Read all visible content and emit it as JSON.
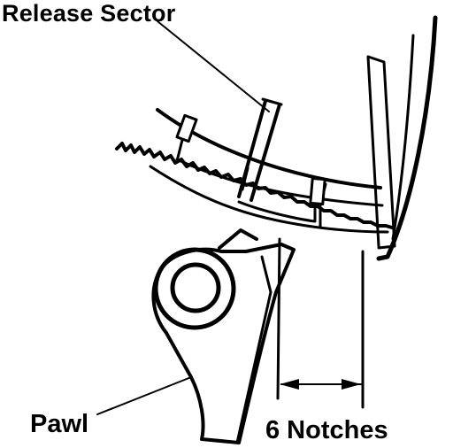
{
  "labels": {
    "release_sector": "Release Sector",
    "pawl": "Pawl",
    "notches": "6 Notches"
  },
  "colors": {
    "line": "#000000",
    "background": "#ffffff"
  }
}
